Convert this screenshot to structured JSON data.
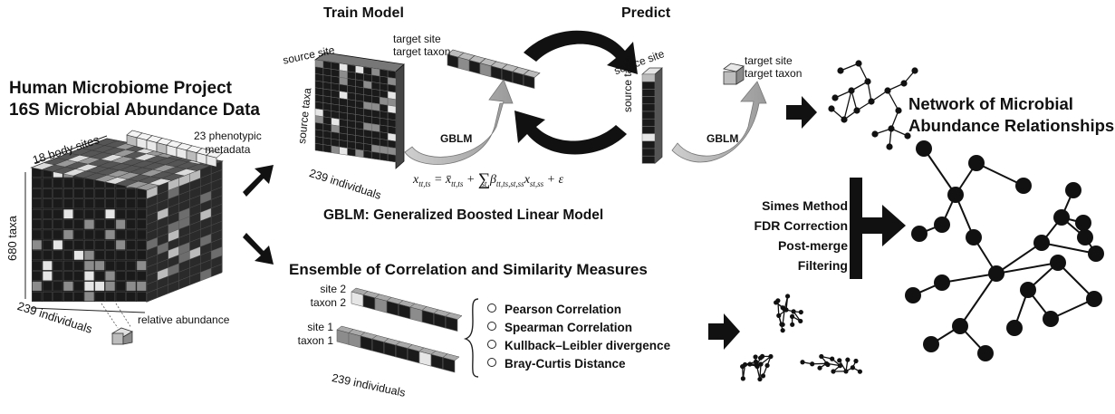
{
  "data_source": {
    "title_line1": "Human Microbiome Project",
    "title_line2": "16S Microbial Abundance Data",
    "body_sites_label": "18 body sites",
    "metadata_label_line1": "23 phenotypic",
    "metadata_label_line2": "metadata",
    "taxa_label": "680 taxa",
    "individuals_label": "239 individuals",
    "abundance_label": "relative abundance"
  },
  "gblm": {
    "train_title": "Train Model",
    "predict_title": "Predict",
    "source_site": "source site",
    "source_taxa": "source taxa",
    "target_site": "target site",
    "target_taxon": "target taxon",
    "individuals_label": "239 individuals",
    "gblm_tag": "GBLM",
    "caption": "GBLM: Generalized Boosted Linear Model"
  },
  "ensemble": {
    "title": "Ensemble of Correlation and Similarity Measures",
    "site2": "site 2",
    "taxon2": "taxon 2",
    "site1": "site 1",
    "taxon1": "taxon 1",
    "individuals_label": "239 individuals",
    "measures": [
      "Pearson Correlation",
      "Spearman Correlation",
      "Kullback–Leibler divergence",
      "Bray-Curtis Distance"
    ]
  },
  "merge": {
    "steps": [
      "Simes Method",
      "FDR Correction",
      "Post-merge Filtering"
    ]
  },
  "result": {
    "title_line1": "Network of Microbial",
    "title_line2": "Abundance Relationships"
  },
  "colors": {
    "cell_dark": "#1a1a1a",
    "cell_gray": "#8c8c8c",
    "cell_light": "#e6e6e6",
    "arrow": "#111111"
  }
}
